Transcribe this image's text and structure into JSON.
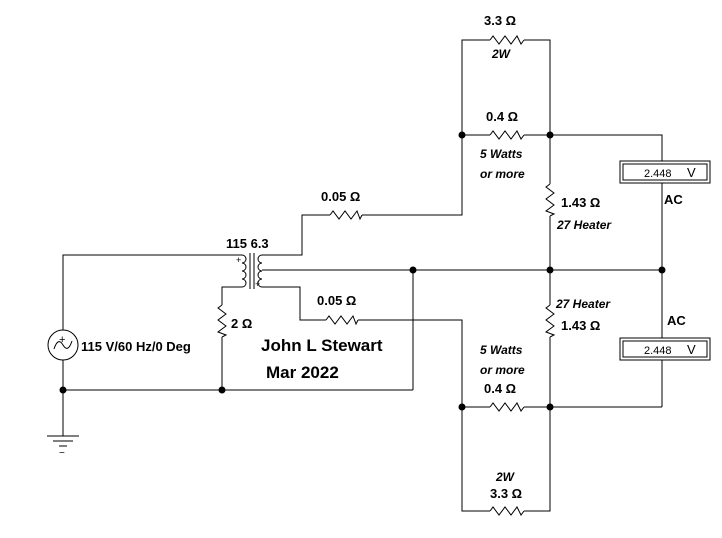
{
  "components": {
    "r_top_value": "3.3 Ω",
    "r_top_rating": "2W",
    "r_upper_shunt_value": "0.4 Ω",
    "r_upper_shunt_rating_1": "5 Watts",
    "r_upper_shunt_rating_2": "or more",
    "r_upper_heater_value": "1.43 Ω",
    "r_upper_heater_label": "27 Heater",
    "r_upper_line_value": "0.05 Ω",
    "transformer_label": "115 6.3",
    "r_lower_line_value": "0.05 Ω",
    "r_primary_value": "2 Ω",
    "source_label": "115 V/60 Hz/0 Deg",
    "r_lower_heater_label": "27 Heater",
    "r_lower_heater_value": "1.43 Ω",
    "r_lower_shunt_rating_1": "5 Watts",
    "r_lower_shunt_rating_2": "or more",
    "r_lower_shunt_value": "0.4 Ω",
    "r_bottom_rating": "2W",
    "r_bottom_value": "3.3 Ω"
  },
  "meters": {
    "upper_reading": "2.448",
    "upper_unit": "V",
    "upper_mode": "AC",
    "lower_reading": "2.448",
    "lower_unit": "V",
    "lower_mode": "AC"
  },
  "author": {
    "name": "John L Stewart",
    "date": "Mar 2022"
  },
  "symbols": {
    "source_plus": "+",
    "source_minus": "−",
    "transformer_dot_primary": "+",
    "transformer_dot_secondary": "+"
  }
}
